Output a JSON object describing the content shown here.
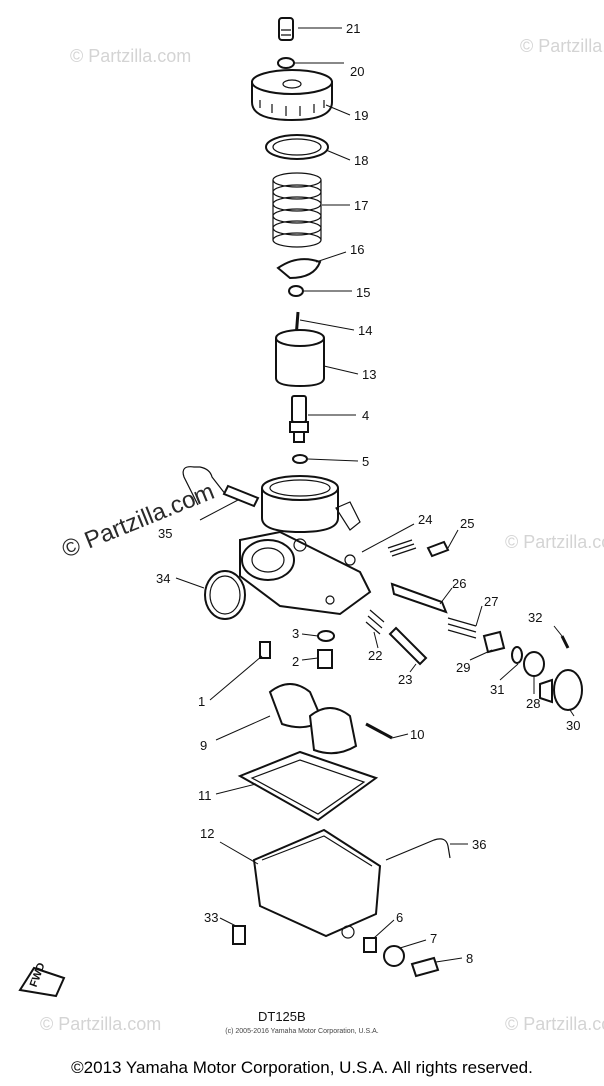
{
  "watermark_text": "© Partzilla.com",
  "labels": {
    "l1": "1",
    "l2": "2",
    "l3": "3",
    "l4": "4",
    "l5": "5",
    "l6": "6",
    "l7": "7",
    "l8": "8",
    "l9": "9",
    "l10": "10",
    "l11": "11",
    "l12": "12",
    "l13": "13",
    "l14": "14",
    "l15": "15",
    "l16": "16",
    "l17": "17",
    "l18": "18",
    "l19": "19",
    "l20": "20",
    "l21": "21",
    "l22": "22",
    "l23": "23",
    "l24": "24",
    "l25": "25",
    "l26": "26",
    "l27": "27",
    "l28": "28",
    "l29": "29",
    "l30": "30",
    "l31": "31",
    "l32": "32",
    "l33": "33",
    "l34": "34",
    "l35": "35",
    "l36": "36"
  },
  "direction_marker": "FWD",
  "model_code": "DT125B",
  "small_copyright": "(c) 2005-2016 Yamaha Motor Corporation, U.S.A.",
  "footer_copyright": "©2013 Yamaha Motor Corporation, U.S.A. All rights reserved."
}
